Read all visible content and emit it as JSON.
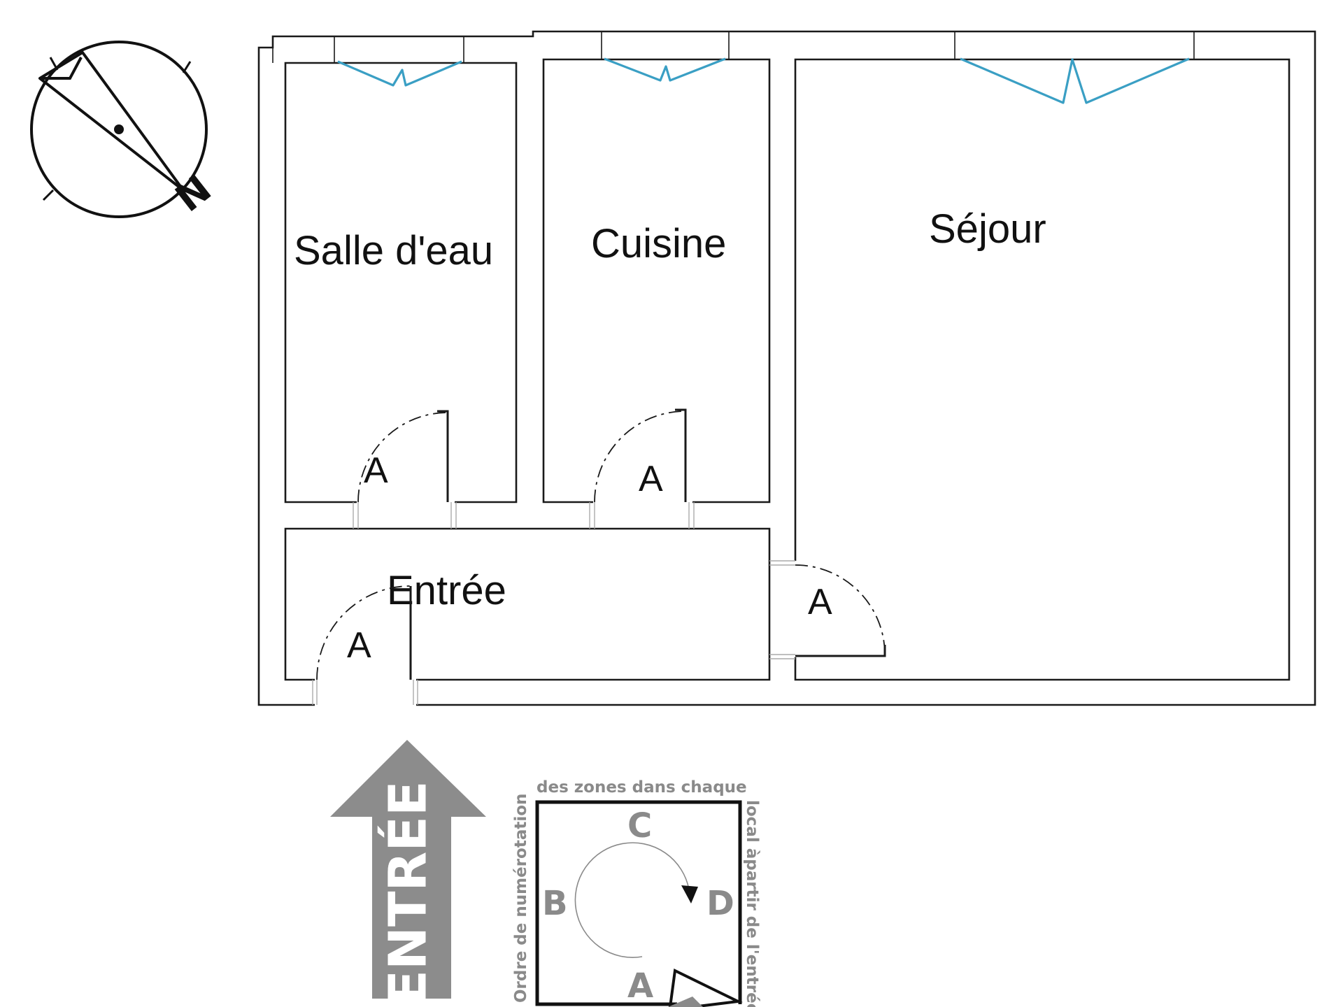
{
  "rooms": {
    "salle_deau": "Salle d'eau",
    "cuisine": "Cuisine",
    "sejour": "Séjour",
    "entree": "Entrée"
  },
  "door_labels": {
    "salle_deau": "A",
    "cuisine": "A",
    "sejour": "A",
    "entree": "A"
  },
  "compass": {
    "north_label": "N"
  },
  "entrance_arrow": {
    "label": "ENTRÉE",
    "color": "#8c8c8c"
  },
  "legend": {
    "text_top": "des zones dans chaque",
    "text_left": "Ordre de numérotation",
    "text_right": "local àpartir de l'entrée",
    "zones": {
      "a": "A",
      "b": "B",
      "c": "C",
      "d": "D"
    }
  },
  "colors": {
    "window": "#3a9fc4",
    "wall": "#1a1a1a",
    "legend_gray": "#8a8a8a"
  }
}
